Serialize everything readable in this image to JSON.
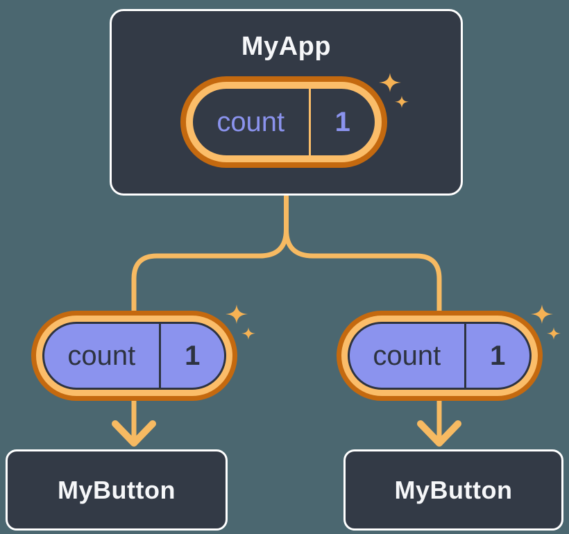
{
  "diagram": {
    "description": "React state tree: parent component passing state down to two child components",
    "nodes": {
      "root": {
        "label": "MyApp",
        "state": {
          "key": "count",
          "value": "1"
        }
      },
      "children": [
        {
          "label": "MyButton",
          "state": {
            "key": "count",
            "value": "1"
          }
        },
        {
          "label": "MyButton",
          "state": {
            "key": "count",
            "value": "1"
          }
        }
      ]
    },
    "icons": {
      "sparkle": "sparkle-icon"
    },
    "colors": {
      "background": "#4B6770",
      "node_fill": "#333A46",
      "node_border": "#FFFFFF",
      "pill_fill_child": "#8B93EE",
      "ring_light_orange": "#FBBD69",
      "ring_dark_orange": "#C4690F",
      "connector_orange": "#F7BA62",
      "sparkle_orange": "#F6B254",
      "text_light": "#F6F7F9",
      "text_dark": "#2D3340",
      "text_periwinkle": "#8B93EE"
    }
  }
}
